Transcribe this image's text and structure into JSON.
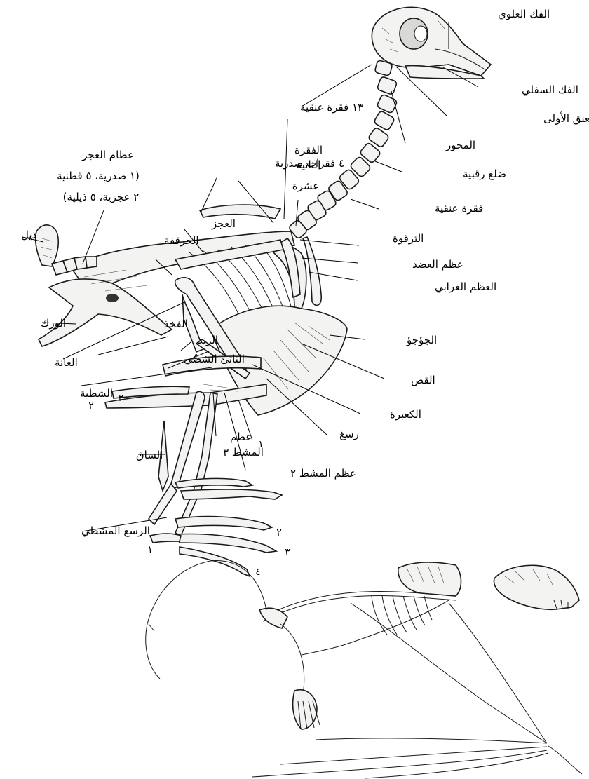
{
  "labels": {
    "upper_jaw": "الفك العلوي",
    "lower_jaw": "الفك السفلي",
    "atlas": "فقرة العنق الأولى",
    "axis": "المحور",
    "cervical_rib": "ضلع رقبية",
    "cervical_vertebra": "فقرة عنقية",
    "cervical_13": "١٣ فقرة عنقية",
    "second_l1": "الفقرة",
    "second_l2": "الثانية",
    "second_l3": "عشرة",
    "thoracic_4": "٤ فقرات صدرية",
    "sacral_title": "عظام العجز",
    "sacral_l1": "(١ صدرية، ٥ قطنية",
    "sacral_l2": "٢ عجزية، ٥ ذيلية)",
    "tail": "ذيل",
    "sacrum": "العجز",
    "ilium": "الحرقفة",
    "clavicle": "الترقوة",
    "humerus": "عظم العضد",
    "coracoid": "العظم الغرابي",
    "ischium": "الورك",
    "femur": "الفخذ",
    "pubis": "العانة",
    "ulna": "الزند",
    "tibial_crest": "الناتئ الشصِّي",
    "sternum": "الجؤجؤ",
    "keel": "القص",
    "phalanx": "الشظية",
    "radius": "الكعبرة",
    "metacarpal_l1": "عظم",
    "metacarpal_l2": "المشط ٣",
    "carpus": "رسغ",
    "metacarpal_2": "عظم المشط ٢",
    "tibia": "الساق",
    "tarsometatarsus": "الرسغ المشطي"
  },
  "numbers": {
    "wing_digit_3": "٣",
    "wing_digit_2": "٢",
    "metacarpal_1": "١",
    "toe_2": "٢",
    "toe_1": "١",
    "toe_3": "٣",
    "toe_4": "٤"
  }
}
